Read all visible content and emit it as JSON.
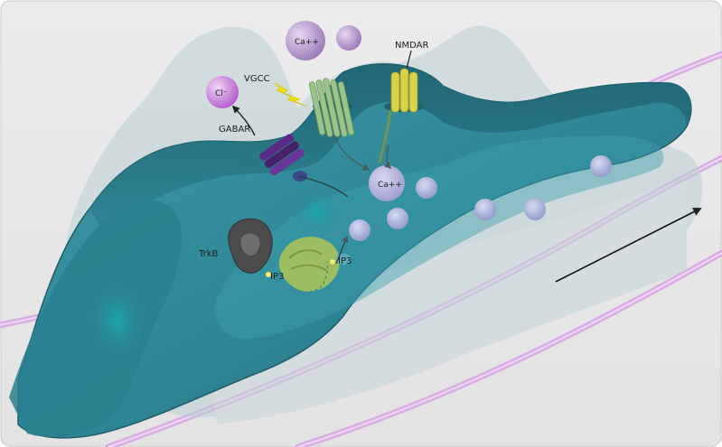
{
  "labels": {
    "ca_top": "Ca++",
    "nmdar": "NMDAR",
    "vgcc": "VGCC",
    "cl": "Cl⁻",
    "gabar": "GABAR",
    "ca_inner": "Ca++",
    "trkb": "TrkB",
    "ip3_left": "IP3",
    "ip3_right": "IP3"
  },
  "colors": {
    "background": "#e8e8e8",
    "cell_body": "#2f8a99",
    "cell_edge": "#1d5f6b",
    "cell_ghost": "#9fc3c7",
    "axon": "#d7a8e3",
    "ion_calcium": "#a88bc4",
    "ion_chloride": "#c070d6",
    "vesicle": "#a8b1da",
    "nmdar": "#d6d34a",
    "vgcc": "#9cc48a",
    "gabar": "#5a2a86",
    "trkb": "#555555",
    "er": "#a7c25a"
  },
  "icons": [
    "arrow-icon",
    "lightning-icon"
  ]
}
